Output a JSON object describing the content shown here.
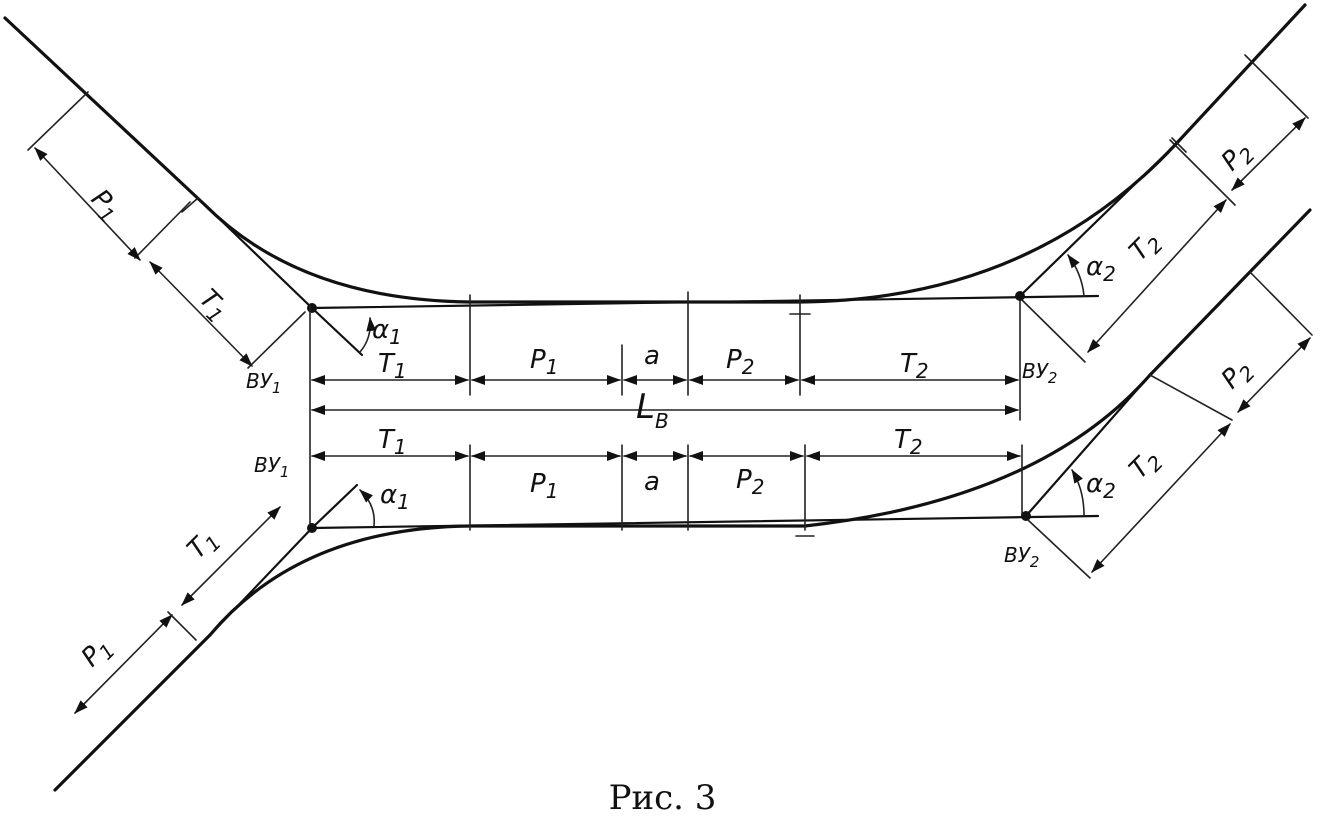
{
  "caption": "Рис. 3",
  "labels": {
    "vu1": "ВУ",
    "vu2": "ВУ",
    "sub1": "1",
    "sub2": "2",
    "T1": "T",
    "T2": "T",
    "p1": "P",
    "p2": "P",
    "a": "a",
    "alpha": "α",
    "LB": "L",
    "LB_sub": "B"
  }
}
